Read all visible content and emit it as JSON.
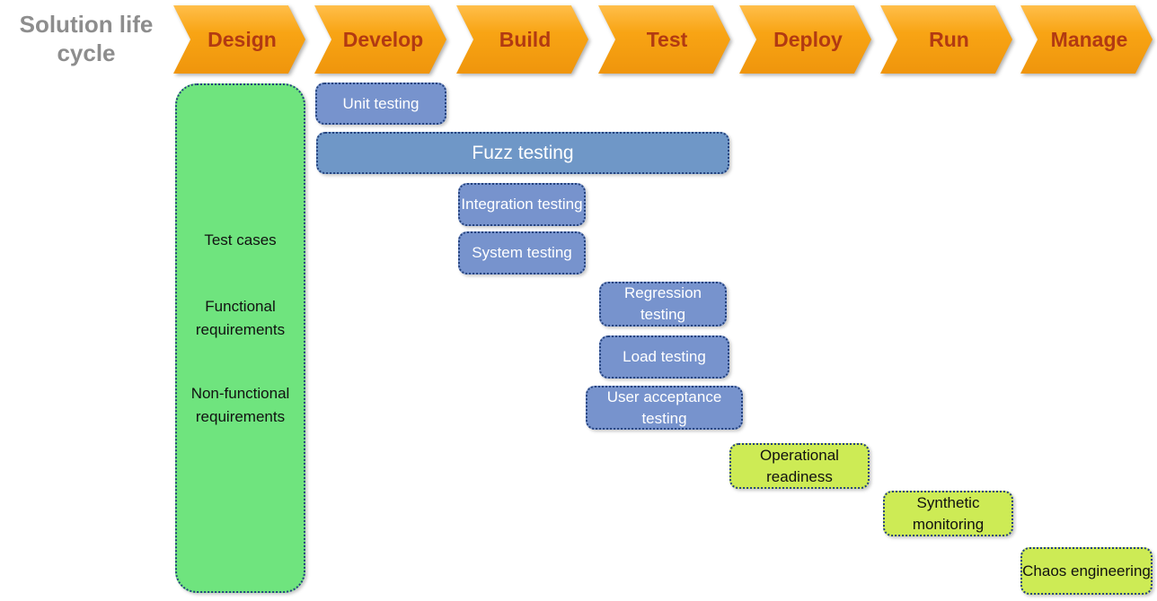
{
  "title": {
    "text": "Solution life cycle"
  },
  "stages": {
    "labels": [
      "Design",
      "Develop",
      "Build",
      "Test",
      "Deploy",
      "Run",
      "Manage"
    ]
  },
  "design_panel": {
    "items": [
      "Test cases",
      "Functional requirements",
      "Non-functional requirements"
    ]
  },
  "activities": {
    "unit_testing": "Unit testing",
    "fuzz_testing": "Fuzz testing",
    "integration_testing": "Integration testing",
    "system_testing": "System testing",
    "regression_testing": "Regression testing",
    "load_testing": "Load testing",
    "user_acceptance_testing": "User acceptance testing",
    "operational_readiness": "Operational readiness",
    "synthetic_monitoring": "Synthetic monitoring",
    "chaos_engineering": "Chaos engineering"
  },
  "colors": {
    "stage_fill": "#F7A414",
    "stage_text": "#B23A12",
    "design_artifact_fill": "#6FE47E",
    "dev_test_activity_fill": "#7793CD",
    "fuzz_activity_fill": "#6F97C7",
    "ops_activity_fill": "#CDEB55",
    "selection_border": "#24427E",
    "title_text": "#8D8D8D"
  }
}
